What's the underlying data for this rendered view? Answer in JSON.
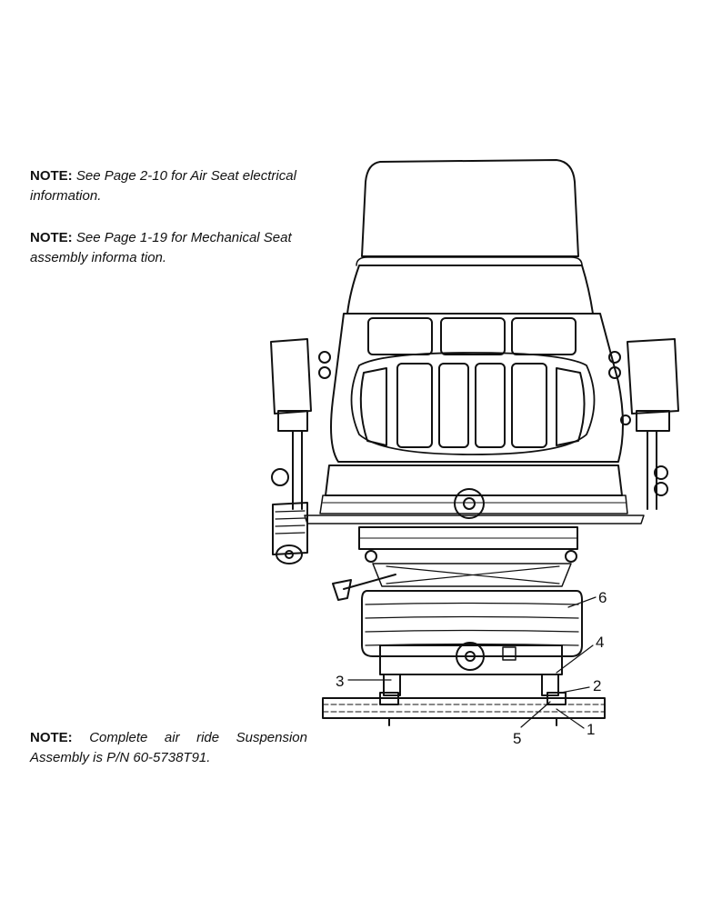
{
  "notes": [
    {
      "label": "NOTE:",
      "text": "See Page 2-10 for Air Seat electrical information."
    },
    {
      "label": "NOTE:",
      "text": "See Page 1-19 for Mechanical Seat assembly informa tion."
    },
    {
      "label": "NOTE:",
      "text": "Complete air ride Suspension Assembly is P/N 60-5738T91."
    }
  ],
  "callouts": [
    "1",
    "2",
    "3",
    "4",
    "5",
    "6"
  ]
}
